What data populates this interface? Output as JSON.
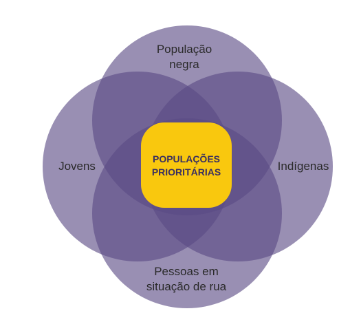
{
  "diagram": {
    "center": {
      "line1": "POPULAÇÕES",
      "line2": "PRIORITÁRIAS",
      "color": "#f9c80e"
    },
    "circle_color": "#5b4a85",
    "groups": {
      "top": {
        "line1": "População",
        "line2": "negra"
      },
      "left": {
        "line1": "Jovens"
      },
      "right": {
        "line1": "Indígenas"
      },
      "bottom": {
        "line1": "Pessoas em",
        "line2": "situação de rua"
      }
    }
  }
}
